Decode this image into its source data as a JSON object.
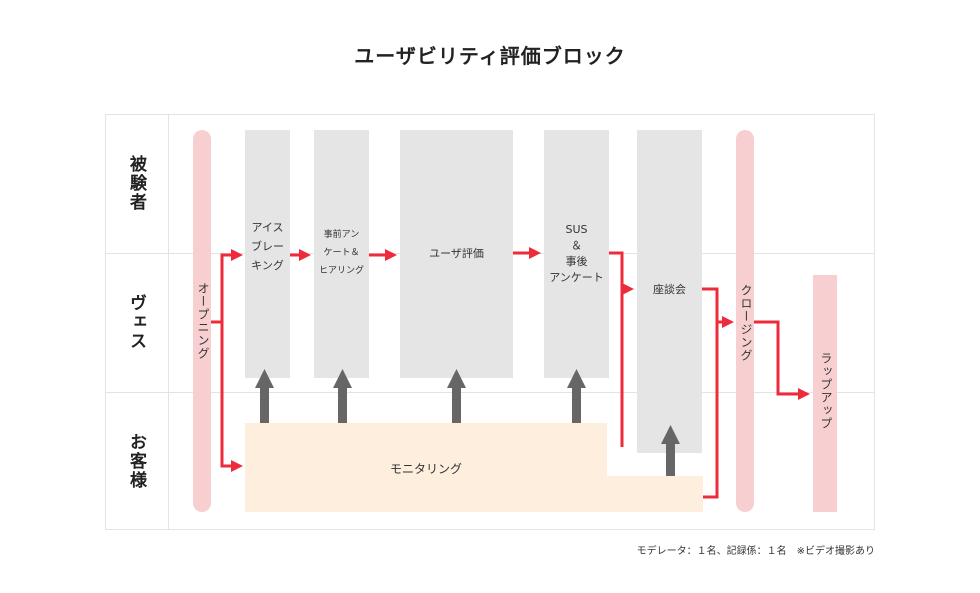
{
  "title": "ユーザビリティ評価ブロック",
  "lanes": [
    "被験者",
    "ヴェス",
    "お客様"
  ],
  "opening": "オープニング",
  "closing": "クロージング",
  "wrapup": "ラップアップ",
  "steps": {
    "icebreak": "アイス\nブレー\nキング",
    "pre_survey": "事前アン\nケート＆\nヒアリング",
    "user_eval": "ユーザ評価",
    "post_survey": "SUS\n＆\n事後\nアンケート",
    "roundtable": "座談会"
  },
  "monitoring": "モニタリング",
  "footnote": "モデレータ：１名、記録係：１名　※ビデオ撮影あり",
  "colors": {
    "pink_bar": "#f7cfd1",
    "gray_block": "#e5e5e5",
    "monitor_bg": "#fdeedd",
    "red_arrow": "#ee2b3a",
    "gray_arrow": "#666666",
    "grid": "#e3e3e3"
  }
}
